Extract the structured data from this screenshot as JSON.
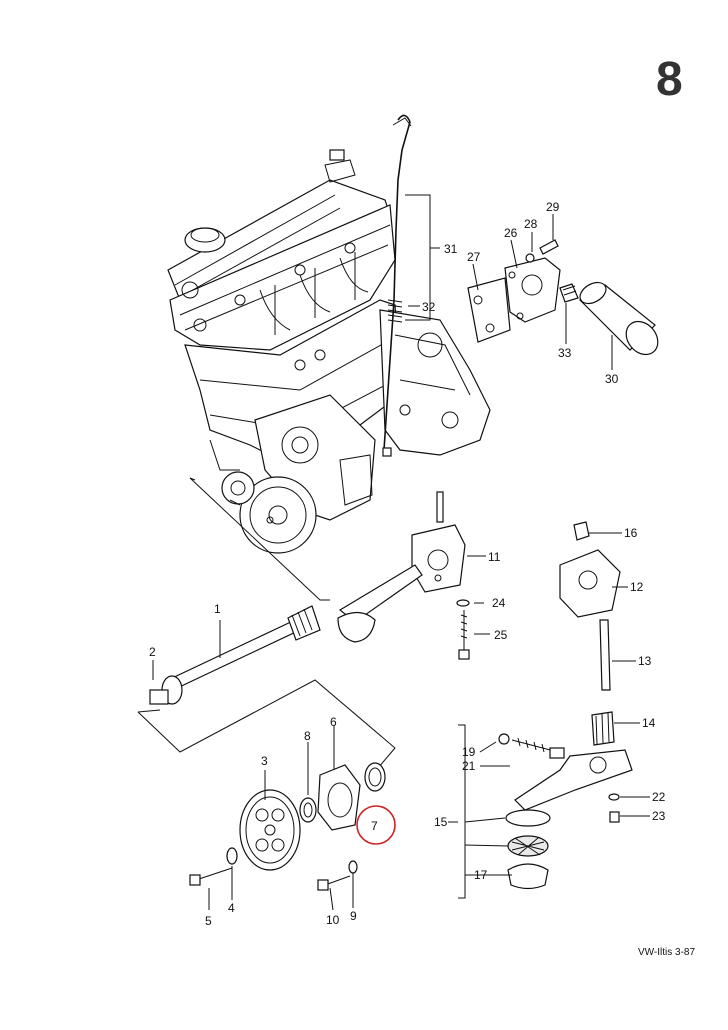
{
  "page_number": "8",
  "footer_ref": "VW-Iltis  3-87",
  "callouts": {
    "c1": "1",
    "c2": "2",
    "c3": "3",
    "c4": "4",
    "c5": "5",
    "c6": "6",
    "c7": "7",
    "c8": "8",
    "c9": "9",
    "c10": "10",
    "c11": "11",
    "c12": "12",
    "c13": "13",
    "c14": "14",
    "c15": "15",
    "c16": "16",
    "c17": "17",
    "c19": "19",
    "c21": "21",
    "c22": "22",
    "c23": "23",
    "c24": "24",
    "c25": "25",
    "c26": "26",
    "c27": "27",
    "c28": "28",
    "c29": "29",
    "c30": "30",
    "c31": "31",
    "c32": "32",
    "c33": "33"
  },
  "highlight_color": "#cc2222"
}
